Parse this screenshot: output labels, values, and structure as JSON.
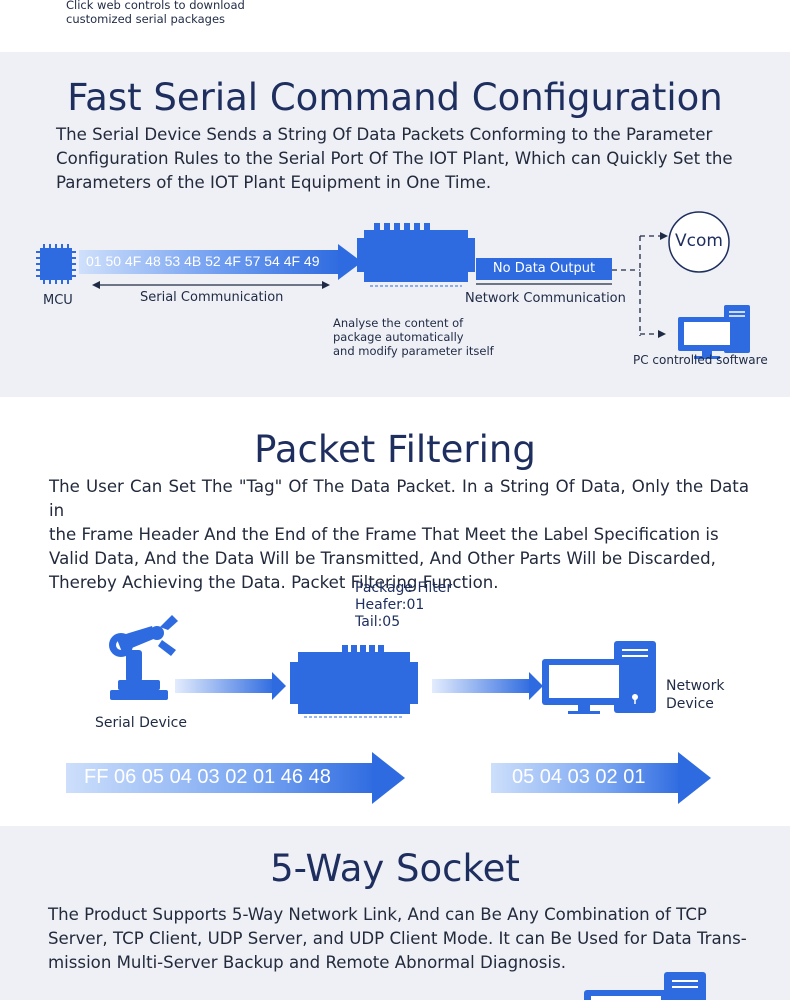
{
  "top_note": {
    "line1": "Click web controls to download",
    "line2": "customized serial packages"
  },
  "fast_serial": {
    "title": "Fast Serial Command Configuration",
    "body": [
      "The Serial Device Sends a String Of Data Packets Conforming to the Parameter",
      "Configuration Rules to the Serial Port Of The IOT Plant, Which can Quickly Set the",
      "Parameters of the IOT Plant Equipment in One Time."
    ],
    "mcu_label": "MCU",
    "hex_string": "01 50 4F 48 53 4B 52 4F 57 54 4F 49",
    "serial_comm_label": "Serial Communication",
    "no_data_output": "No Data Output",
    "network_comm_label": "Network Communication",
    "analyse_note": [
      "Analyse the content of",
      "package automatically",
      "and modify parameter itself"
    ],
    "vcom_label": "Vcom",
    "pc_label": "PC controlled software"
  },
  "packet_filtering": {
    "title": "Packet Filtering",
    "body": [
      "The User Can Set The \"Tag\" Of The Data Packet. In a String Of Data, Only the Data in",
      "the Frame Header And the End of the Frame That Meet the Label Specification is",
      "Valid Data, And the Data Will be Transmitted, And Other Parts Will be Discarded,",
      "Thereby Achieving the Data. Packet Filtering Function."
    ],
    "filter_title": "Package Filter",
    "filter_header": "Heafer:01",
    "filter_tail": "Tail:05",
    "serial_device_label": "Serial Device",
    "network_device_label": [
      "Network",
      "Device"
    ],
    "input_hex": "FF 06 05 04 03 02 01 46 48",
    "output_hex": "05 04 03 02 01"
  },
  "five_way": {
    "title": "5-Way Socket",
    "body": [
      "The Product Supports 5-Way Network Link, And can Be Any Combination of TCP",
      "Server, TCP Client, UDP Server, and UDP Client Mode. It can Be Used for Data Trans-",
      "mission Multi-Server Backup and Remote Abnormal Diagnosis."
    ]
  },
  "colors": {
    "accent": "#2f6be0",
    "navy": "#1e2e5e",
    "section_bg": "#eef0f5"
  },
  "icons": [
    "chip-icon",
    "device-icon",
    "pc-icon",
    "robot-arm-icon",
    "arrow-icon"
  ]
}
